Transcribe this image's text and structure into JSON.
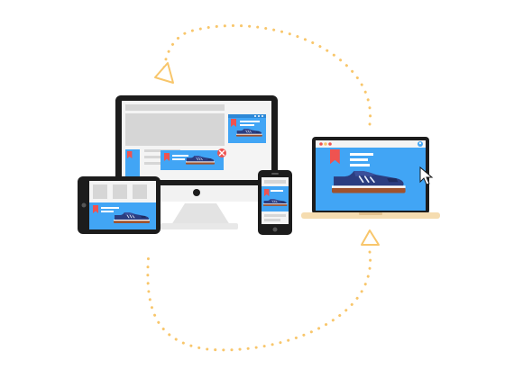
{
  "illustration": {
    "subject": "responsive-design-sync",
    "devices": [
      "desktop-monitor",
      "tablet",
      "smartphone",
      "laptop"
    ],
    "icons": {
      "cycle_arrows": "dotted-circular-arrows-icon",
      "bookmark": "bookmark-ribbon-icon",
      "sneaker": "sneaker-product-icon",
      "close": "close-circle-icon",
      "cursor": "mouse-pointer-icon",
      "user": "user-avatar-icon"
    }
  },
  "colors": {
    "background": "#ffffff",
    "device_frame": "#1c1c1c",
    "screen_blue": "#41a5f5",
    "screen_white": "#f4f4f4",
    "placeholder_grey": "#d6d6d6",
    "accent_red": "#ef5350",
    "sneaker_navy": "#2b3d80",
    "sneaker_sole": "#a0522d",
    "stand_light": "#e3e3e3",
    "laptop_base": "#f5dcb0",
    "dots_orange": "#f8c66b"
  }
}
